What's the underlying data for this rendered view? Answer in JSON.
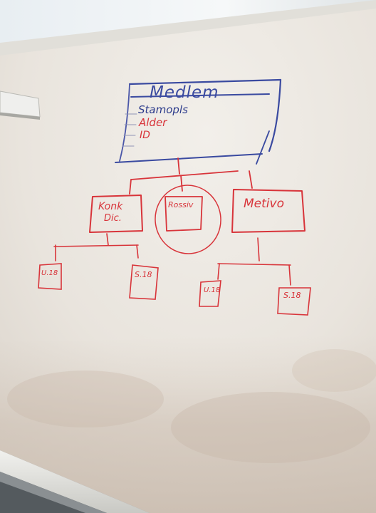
{
  "whiteboard": {
    "table": {
      "title": "Medlem",
      "fields": [
        "Stamopls",
        "Alder",
        "ID"
      ]
    },
    "nodes": {
      "left": {
        "line1": "Konk",
        "line2": "Dic."
      },
      "center": "Rossiv",
      "right": "Metivo"
    },
    "leaves": [
      "U.18",
      "S.18",
      "U.18",
      "S.18"
    ]
  },
  "colors": {
    "marker_blue": "#3a4aa0",
    "marker_red": "#d8343a",
    "board": "#ece8e2"
  }
}
